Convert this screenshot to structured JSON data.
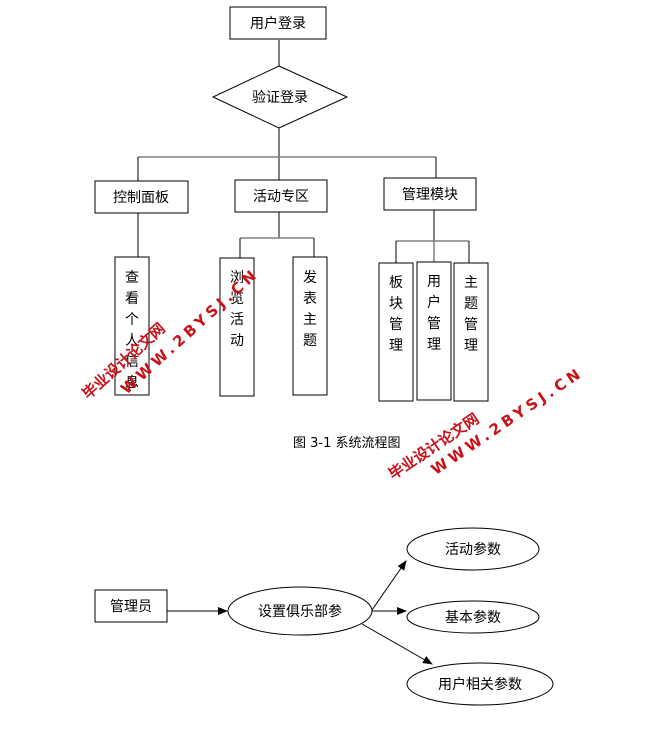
{
  "flowchart": {
    "root": {
      "label": "用户登录"
    },
    "decision": {
      "label": "验证登录"
    },
    "modules": [
      {
        "label": "控制面板",
        "children": [
          {
            "label": "查看个人信息"
          }
        ]
      },
      {
        "label": "活动专区",
        "children": [
          {
            "label": "浏览活动"
          },
          {
            "label": "发表主题"
          }
        ]
      },
      {
        "label": "管理模块",
        "children": [
          {
            "label": "板块管理"
          },
          {
            "label": "用户管理"
          },
          {
            "label": "主题管理"
          }
        ]
      }
    ],
    "caption": "图 3-1 系统流程图"
  },
  "admin_diagram": {
    "actor": "管理员",
    "process": "设置俱乐部参",
    "outputs": [
      "活动参数",
      "基本参数",
      "用户相关参数"
    ]
  },
  "watermarks": [
    {
      "text_cn": "毕业设计论文网",
      "text_url": "WWW.2BYSJ.CN"
    },
    {
      "text_cn": "毕业设计论文网",
      "text_url": "WWW.2BYSJ.CN"
    }
  ],
  "colors": {
    "line": "#000000",
    "connector_gray": "#808080",
    "watermark": "#c8121a"
  }
}
